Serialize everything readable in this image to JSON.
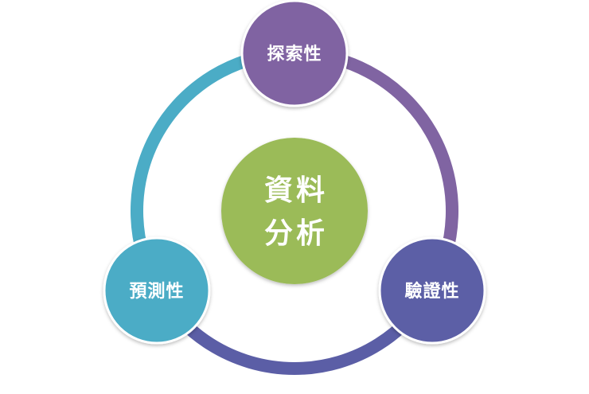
{
  "diagram": {
    "center": {
      "line1": "資料",
      "line2": "分析",
      "color": "#9BBB59"
    },
    "nodes": [
      {
        "id": "exploratory",
        "label": "探索性",
        "color": "#8064A2"
      },
      {
        "id": "confirmatory",
        "label": "驗證性",
        "color": "#5B5EA6"
      },
      {
        "id": "predictive",
        "label": "預測性",
        "color": "#4BACC6"
      }
    ],
    "arcs": [
      {
        "from": "exploratory",
        "to": "confirmatory",
        "color": "#8064A2"
      },
      {
        "from": "confirmatory",
        "to": "predictive",
        "color": "#5B5EA6"
      },
      {
        "from": "predictive",
        "to": "exploratory",
        "color": "#4BACC6"
      }
    ]
  }
}
